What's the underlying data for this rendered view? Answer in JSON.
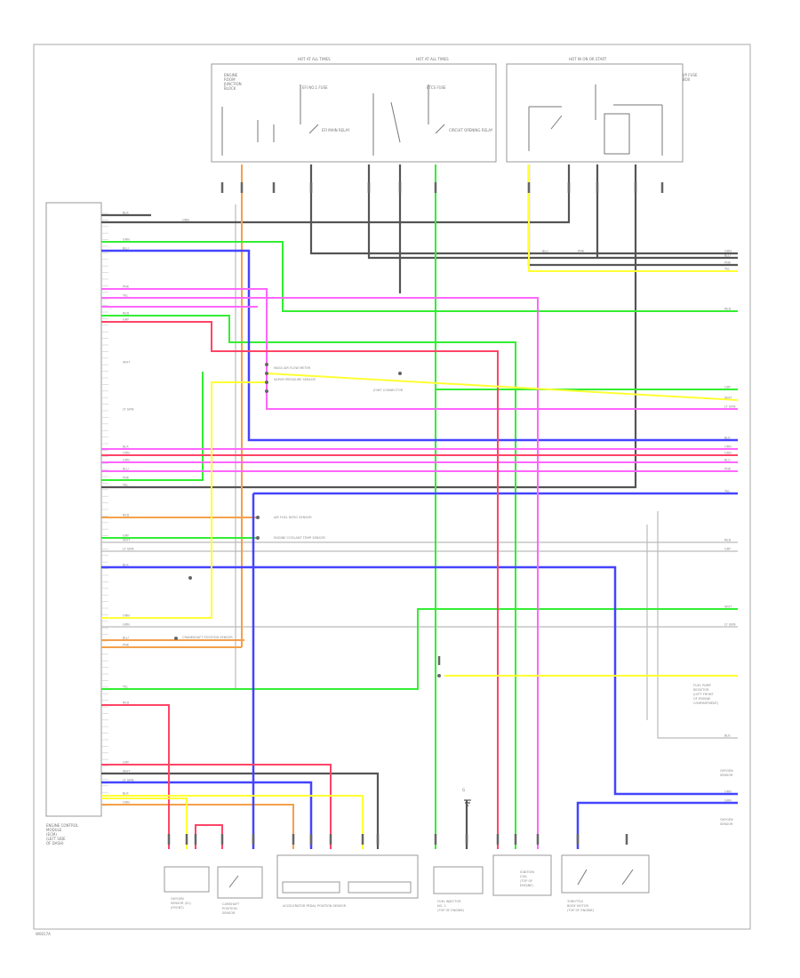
{
  "labels": {
    "page_code": "W0017A",
    "ecm_caption": [
      "ENGINE CONTROL",
      "MODULE",
      "(ECM)",
      "(LEFT SIDE",
      "OF DASH)"
    ],
    "fuse_box_1": [
      "ENGINE",
      "ROOM",
      "JUNCTION",
      "BLOCK"
    ],
    "fuse_box_2": [
      "I/P FUSE",
      "BOX"
    ],
    "hot_1": "HOT AT ALL TIMES",
    "hot_2": "HOT AT ALL TIMES",
    "hot_3": "HOT IN ON OR START",
    "fuse_1": "EFI NO.1 FUSE",
    "fuse_2": "ETCS FUSE",
    "relay_1": "EFI MAIN RELAY",
    "relay_2": "CIRCUIT OPENING RELAY",
    "ground_1": "G",
    "splice_1": "JOINT CONNECTOR",
    "note_1": "MASS AIR FLOW METER",
    "note_2": "VAPOR PRESSURE SENSOR",
    "note_3": "AIR FUEL RATIO SENSOR",
    "note_4": "ENGINE COOLANT TEMP SENSOR",
    "note_5": "CRANKSHAFT POSITION SENSOR",
    "right_note": [
      "FUEL PUMP",
      "RESISTOR",
      "(LEFT FRONT",
      "OF ENGINE",
      "COMPARTMENT)"
    ],
    "right_bottom_1": [
      "OXYGEN",
      "SENSOR"
    ],
    "right_bottom_2": [
      "OXYGEN",
      "SENSOR"
    ],
    "c1": [
      "OXYGEN",
      "SENSOR (S1)",
      "(FRONT)"
    ],
    "c2": [
      "CAMSHAFT",
      "POSITION",
      "SENSOR"
    ],
    "c3": "ACCELERATOR PEDAL POSITION SENSOR",
    "c4": [
      "FUEL INJECTOR",
      "NO. 1",
      "(TOP OF ENGINE)"
    ],
    "c5": [
      "IGNITION",
      "COIL",
      "(TOP OF",
      "ENGINE)"
    ],
    "c6": [
      "THROTTLE",
      "BODY MOTOR",
      "(TOP OF ENGINE)"
    ]
  },
  "wire_tags": [
    "BLK",
    "ORN",
    "GRN",
    "BLU",
    "PNK",
    "YEL",
    "RED",
    "GRY",
    "WHT",
    "LT GRN"
  ],
  "colors": {
    "orange": "#f5a04a",
    "green": "#33ee33",
    "blue": "#4444ff",
    "pink": "#ff66ff",
    "red": "#ff4466",
    "yellow": "#ffff33",
    "black": "#555555",
    "gray": "#bbbbbb",
    "lightgreen": "#77ee77"
  }
}
